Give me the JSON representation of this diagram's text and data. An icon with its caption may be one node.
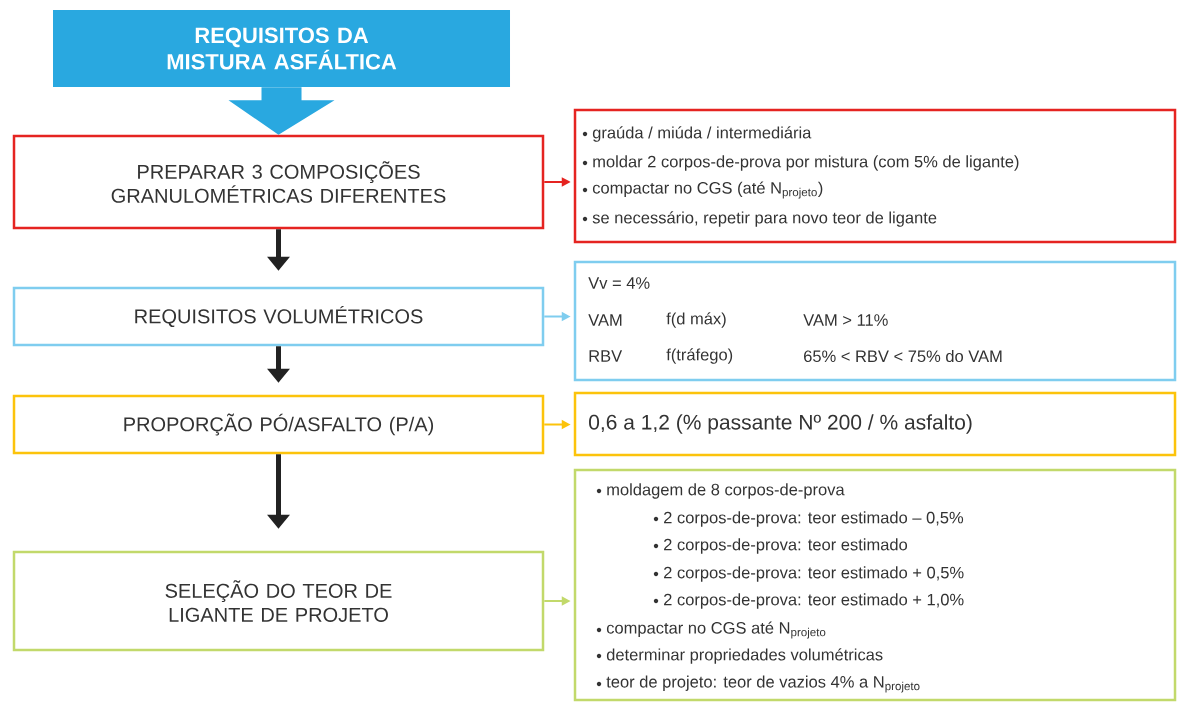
{
  "diagram": {
    "nodes": [
      {
        "text": [
          "REQUISITOS DA MISTURA ASFÁLTICA"
        ]
      },
      {
        "text": [
          "PREPARAR 3 COMPOSIÇÕES GRANULOMÉTRICAS DIFERENTES"
        ]
      },
      {
        "text": [
          "graúda / miúda / intermediária",
          "moldar 2 corpos-de-prova por mistura (com 5% de ligante)",
          "compactar no CGS (até N$_{projeto}$)",
          "se necessário, repetir para novo teor de ligante"
        ]
      },
      {
        "text": [
          "REQUISITOS VOLUMÉTRICOS"
        ]
      },
      {
        "text": [
          "Vv = 4%",
          "VAM",
          "f(d máx)",
          "VAM > 11%",
          "RBV",
          "f(tráfego)",
          "65% < RBV < 75% do VAM"
        ]
      },
      {
        "text": [
          "PROPORÇÃO PÓ/ASFALTO (P/A)"
        ]
      },
      {
        "text": [
          "0,6 a 1,2 (% passante Nº 200 / % asfalto)"
        ]
      },
      {
        "text": [
          "SELEÇÃO DO TEOR DE LIGANTE DE PROJETO"
        ]
      },
      {
        "text": [
          "moldagem de 8 corpos-de-prova",
          "2 corpos-de-prova: teor estimado – 0,5%",
          "2 corpos-de-prova: teor estimado",
          "2 corpos-de-prova: teor estimado + 0,5%",
          "2 corpos-de-prova: teor estimado + 1,0%",
          "compactar no CGS até N$_{projeto}$",
          "determinar propriedades volumétricas",
          "teor de projeto: teor de vazios 4% a N$_{projeto}$"
        ]
      }
    ],
    "edges": [
      {
        "from": 0,
        "to": 1,
        "arrow": "to",
        "style": "thick",
        "color": "#29a8e0"
      },
      {
        "from": 1,
        "to": 2,
        "arrow": "to",
        "color": "#e52421"
      },
      {
        "from": 1,
        "to": 3,
        "arrow": "to",
        "style": "thick",
        "color": "#222222"
      },
      {
        "from": 3,
        "to": 4,
        "arrow": "to",
        "color": "#7fcdef"
      },
      {
        "from": 3,
        "to": 5,
        "arrow": "to",
        "style": "thick",
        "color": "#222222"
      },
      {
        "from": 5,
        "to": 6,
        "arrow": "to",
        "color": "#fcc30b"
      },
      {
        "from": 5,
        "to": 7,
        "arrow": "to",
        "style": "thick",
        "color": "#222222"
      },
      {
        "from": 7,
        "to": 8,
        "arrow": "to",
        "color": "#c2d96b"
      }
    ]
  }
}
